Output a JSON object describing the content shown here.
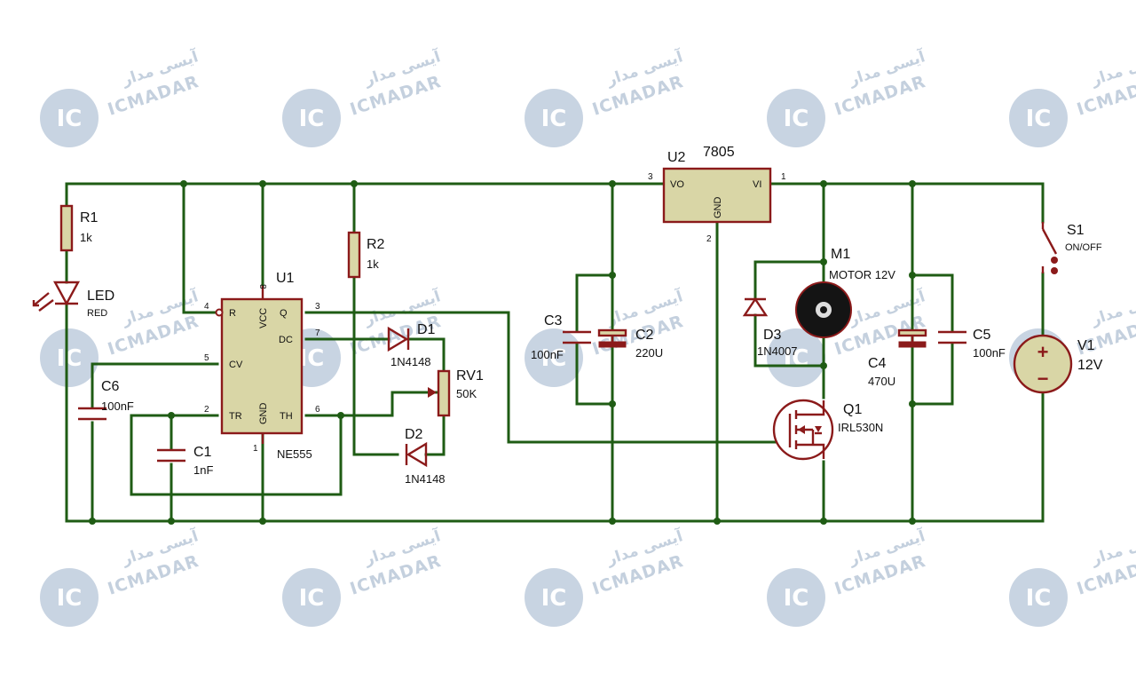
{
  "watermark": {
    "brand": "ICMADAR",
    "brand_fa": "آیسی مدار",
    "logo": "IC"
  },
  "components": {
    "r1": {
      "ref": "R1",
      "value": "1k"
    },
    "r2": {
      "ref": "R2",
      "value": "1k"
    },
    "led": {
      "ref": "LED",
      "value": "RED"
    },
    "u1": {
      "ref": "U1",
      "part": "NE555",
      "pins": {
        "r": "R",
        "vcc": "VCC",
        "q": "Q",
        "dc": "DC",
        "cv": "CV",
        "tr": "TR",
        "gnd": "GND",
        "th": "TH"
      },
      "pin_numbers": {
        "p4": "4",
        "p8": "8",
        "p3": "3",
        "p7": "7",
        "p5": "5",
        "p2": "2",
        "p1": "1",
        "p6": "6"
      }
    },
    "c6": {
      "ref": "C6",
      "value": "100nF"
    },
    "c1": {
      "ref": "C1",
      "value": "1nF"
    },
    "d1": {
      "ref": "D1",
      "value": "1N4148"
    },
    "d2": {
      "ref": "D2",
      "value": "1N4148"
    },
    "rv1": {
      "ref": "RV1",
      "value": "50K"
    },
    "c3": {
      "ref": "C3",
      "value": "100nF"
    },
    "c2": {
      "ref": "C2",
      "value": "220U"
    },
    "u2": {
      "ref": "U2",
      "part": "7805",
      "pins": {
        "vo": "VO",
        "vi": "VI",
        "gnd": "GND"
      },
      "pin_numbers": {
        "p3": "3",
        "p1": "1",
        "p2": "2"
      }
    },
    "d3": {
      "ref": "D3",
      "value": "1N4007"
    },
    "m1": {
      "ref": "M1",
      "value": "MOTOR 12V"
    },
    "q1": {
      "ref": "Q1",
      "value": "IRL530N"
    },
    "c4": {
      "ref": "C4",
      "value": "470U"
    },
    "c5": {
      "ref": "C5",
      "value": "100nF"
    },
    "s1": {
      "ref": "S1",
      "value": "ON/OFF"
    },
    "v1": {
      "ref": "V1",
      "value": "12V",
      "plus": "+",
      "minus": "−"
    }
  }
}
